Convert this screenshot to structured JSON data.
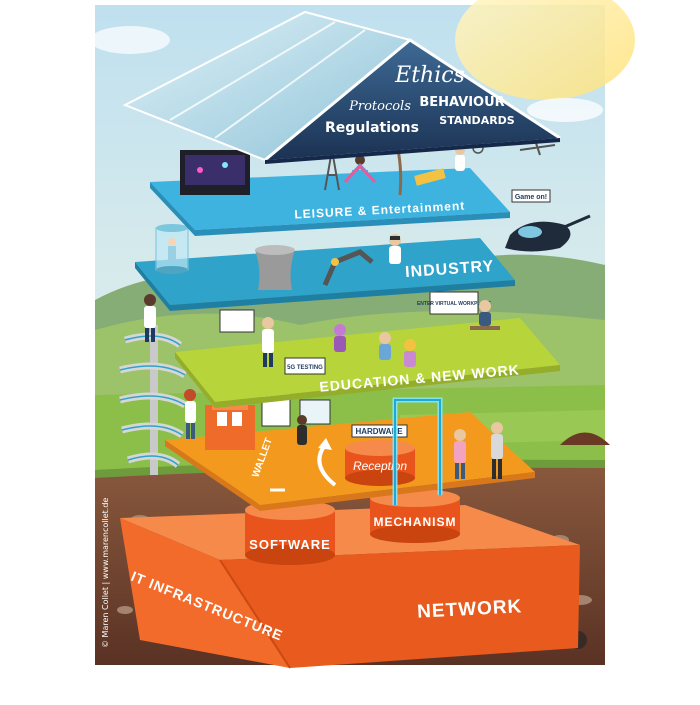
{
  "roof": {
    "ethics": "Ethics",
    "protocols": "Protocols",
    "behaviour": "BEHAVIOUR",
    "regulations": "Regulations",
    "standards": "STANDARDS"
  },
  "layers": {
    "leisure": "LEISURE & Entertainment",
    "industry": "INDUSTRY",
    "education": "EDUCATION & NEW WORK",
    "reception": "Reception",
    "wallet": "WALLET",
    "hardware": "HARDWARE"
  },
  "foundation": {
    "software": "SOFTWARE",
    "mechanism": "MECHANISM",
    "it_infrastructure": "IT INFRASTRUCTURE",
    "network": "NETWORK"
  },
  "signs": {
    "game_on": "Game on!",
    "testing": "5G TESTING",
    "virtual_workplace": "ENTER VIRTUAL WORKPLACE"
  },
  "credit": "© Maren Collet | www.marencollet.de",
  "colors": {
    "sky": "#cfe6f2",
    "hills": "#7fa86b",
    "grass": "#8cbf4a",
    "soil": "#7a4a34",
    "roof_dark": "#1f3a5f",
    "leisure_layer": "#3eb3e0",
    "industry_layer": "#2fa3c9",
    "education_layer": "#b7d43a",
    "reception_layer": "#f39a1e",
    "foundation": "#f26b2a"
  }
}
